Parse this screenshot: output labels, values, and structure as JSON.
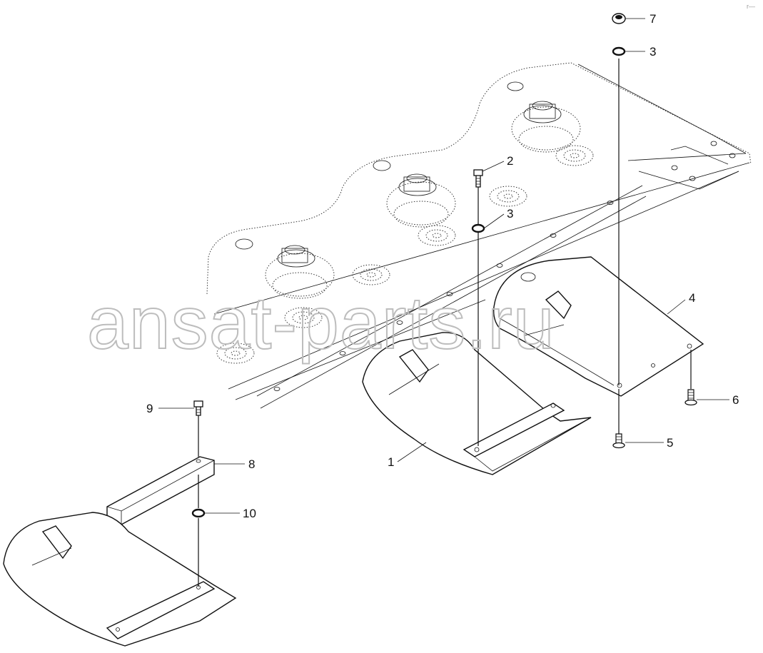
{
  "watermark": "ansat-parts.ru",
  "corner_mark": "r—",
  "callouts": [
    {
      "id": "callout-1",
      "label": "1"
    },
    {
      "id": "callout-2",
      "label": "2"
    },
    {
      "id": "callout-3a",
      "label": "3"
    },
    {
      "id": "callout-3b",
      "label": "3"
    },
    {
      "id": "callout-4",
      "label": "4"
    },
    {
      "id": "callout-5",
      "label": "5"
    },
    {
      "id": "callout-6",
      "label": "6"
    },
    {
      "id": "callout-7",
      "label": "7"
    },
    {
      "id": "callout-8",
      "label": "8"
    },
    {
      "id": "callout-9",
      "label": "9"
    },
    {
      "id": "callout-10",
      "label": "10"
    }
  ]
}
